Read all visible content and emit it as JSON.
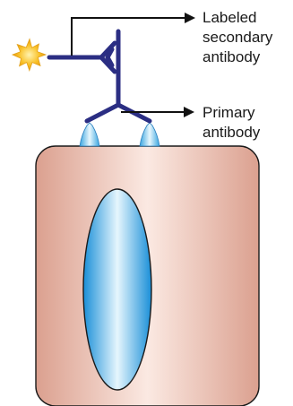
{
  "labels": {
    "secondary": [
      "Labeled",
      "secondary",
      "antibody"
    ],
    "primary": [
      "Primary",
      "antibody"
    ]
  },
  "colors": {
    "antibody": "#2b2e83",
    "leader_line": "#111111",
    "cell_edge": "#e0a898",
    "cell_center": "#fbe9e2",
    "cell_outline": "#1a1a1a",
    "nucleus_edge": "#1a8fd8",
    "nucleus_center": "#e6f6fd",
    "antigen": "#7fc8ec",
    "label_star": "#f7b21a"
  }
}
